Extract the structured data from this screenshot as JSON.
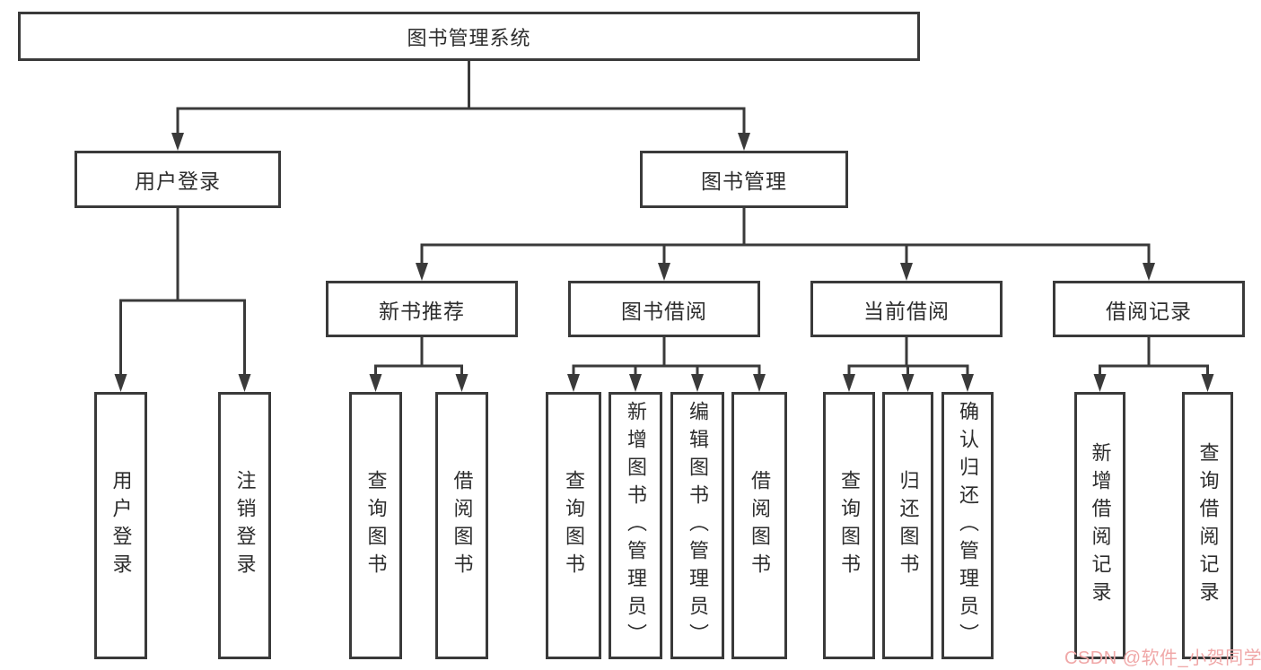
{
  "diagram_title": "图书管理系统",
  "nodes": {
    "root": {
      "label": "图书管理系统"
    },
    "level2": [
      {
        "label": "用户登录"
      },
      {
        "label": "图书管理"
      }
    ],
    "level3": [
      {
        "label": "新书推荐"
      },
      {
        "label": "图书借阅"
      },
      {
        "label": "当前借阅"
      },
      {
        "label": "借阅记录"
      }
    ],
    "leaves": {
      "login": [
        "用户登录",
        "注销登录"
      ],
      "recommend": [
        "查询图书",
        "借阅图书"
      ],
      "borrow": [
        "查询图书",
        "新增图书（管理员）",
        "编辑图书（管理员）",
        "借阅图书"
      ],
      "current": [
        "查询图书",
        "归还图书",
        "确认归还（管理员）"
      ],
      "records": [
        "新增借阅记录",
        "查询借阅记录"
      ]
    }
  },
  "watermark": {
    "text": "CSDN @软件_小贺同学",
    "color": "#f0a8a8"
  },
  "colors": {
    "line": "#3a3a3a",
    "box_border": "#3a3a3a",
    "text": "#2d2d2d",
    "background": "#ffffff"
  }
}
